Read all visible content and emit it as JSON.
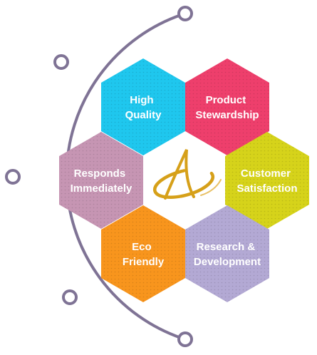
{
  "arc": {
    "color": "#7f7395",
    "node_count": 5
  },
  "center_logo": {
    "icon": "swoosh-logo-icon",
    "color": "#d6a019"
  },
  "hexagons": [
    {
      "id": "high-quality",
      "line1": "High",
      "line2": "Quality",
      "color": "#1fc7ee"
    },
    {
      "id": "product-stewardship",
      "line1": "Product",
      "line2": "Stewardship",
      "color": "#ee3f6c"
    },
    {
      "id": "customer-satisfaction",
      "line1": "Customer",
      "line2": "Satisfaction",
      "color": "#d6d31a"
    },
    {
      "id": "research-development",
      "line1": "Research &",
      "line2": "Development",
      "color": "#b3a9d4"
    },
    {
      "id": "eco-friendly",
      "line1": "Eco",
      "line2": "Friendly",
      "color": "#f8951d"
    },
    {
      "id": "responds-immediately",
      "line1": "Responds",
      "line2": "Immediately",
      "color": "#c695b3"
    }
  ]
}
